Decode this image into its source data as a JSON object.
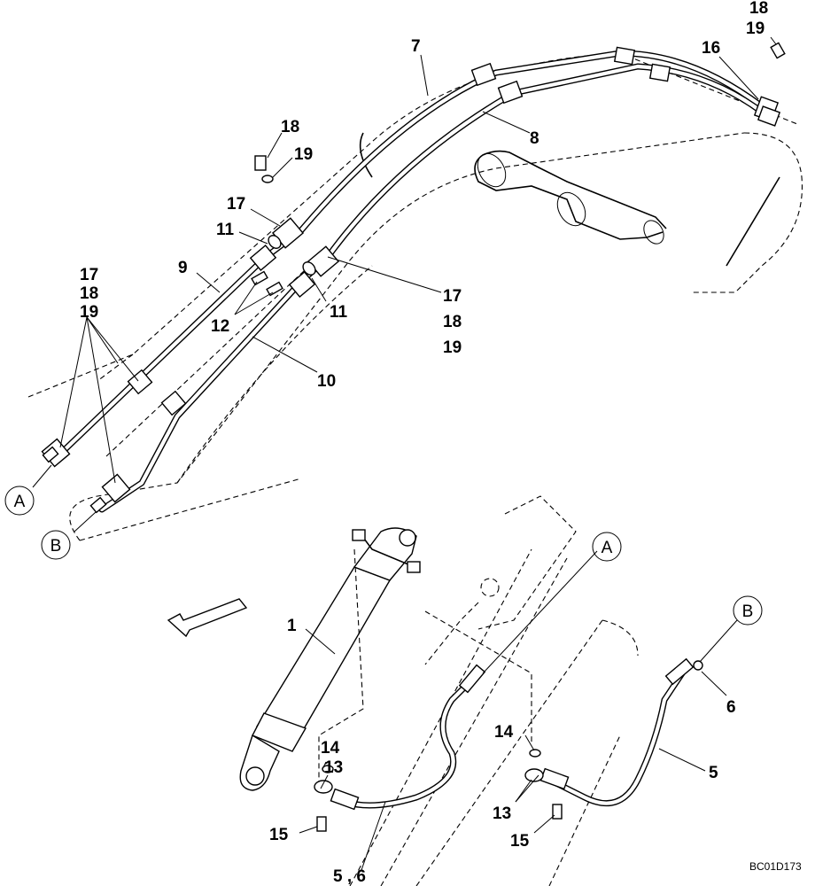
{
  "diagram": {
    "drawing_code": "BC01D173",
    "circle_refs": {
      "A_upper": "A",
      "B_upper": "B",
      "A_lower": "A",
      "B_lower": "B"
    },
    "part_labels": {
      "p1": "1",
      "p5": "5",
      "p5_6": "5 , 6",
      "p6": "6",
      "p7": "7",
      "p8": "8",
      "p9": "9",
      "p10": "10",
      "p11_a": "11",
      "p11_b": "11",
      "p12": "12",
      "p13_a": "13",
      "p13_b": "13",
      "p14_a": "14",
      "p14_b": "14",
      "p15_a": "15",
      "p15_b": "15",
      "p16": "16",
      "p17_a": "17",
      "p17_b": "17",
      "p17_c": "17",
      "p18_a": "18",
      "p18_b": "18",
      "p18_c": "18",
      "p18_d": "18",
      "p19_a": "19",
      "p19_b": "19",
      "p19_c": "19",
      "p19_d": "19"
    }
  }
}
